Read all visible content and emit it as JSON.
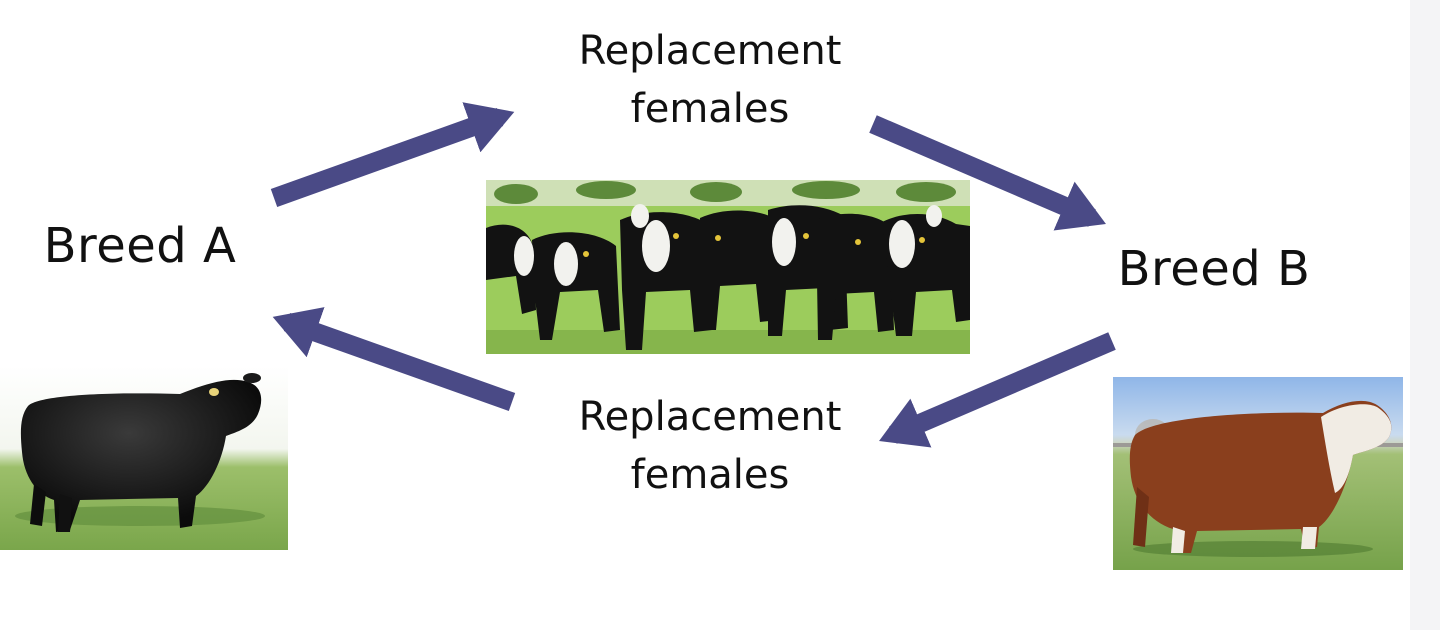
{
  "diagram": {
    "breed_a": {
      "label": "Breed A"
    },
    "breed_b": {
      "label": "Breed B"
    },
    "top_node": {
      "line1": "Replacement",
      "line2": "females"
    },
    "bottom_node": {
      "line1": "Replacement",
      "line2": "females"
    },
    "arrow_color": "#4a4a86",
    "photos": {
      "breed_a": "black-angus-bull-photo",
      "breed_b": "hereford-bull-photo",
      "herd": "black-baldy-heifers-herd-photo"
    }
  }
}
